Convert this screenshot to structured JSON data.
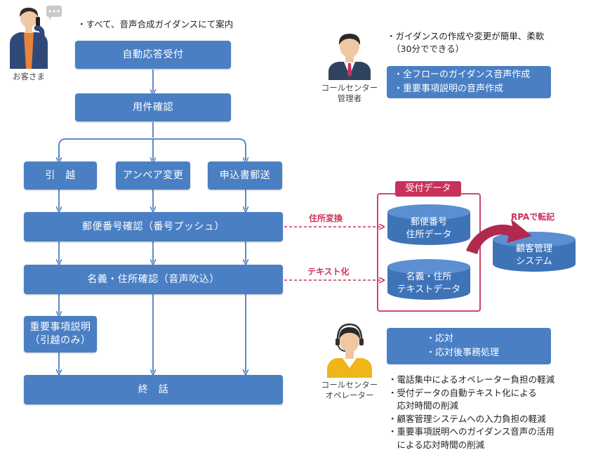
{
  "customer": {
    "label": "お客さま",
    "note": "・すべて、音声合成ガイダンスにて案内"
  },
  "flow": {
    "auto_answer": "自動応答受付",
    "purpose": "用件確認",
    "branch_move": "引　越",
    "branch_ampere": "アンペア変更",
    "branch_mail": "申込書郵送",
    "postal_check": "郵便番号確認（番号プッシュ）",
    "name_check": "名義・住所確認（音声吹込）",
    "important_line1": "重要事項説明",
    "important_line2": "（引越のみ）",
    "end": "終　話"
  },
  "conversions": {
    "address": "住所変換",
    "text": "テキスト化"
  },
  "reception_data": {
    "title": "受付データ",
    "cyl1_line1": "郵便番号",
    "cyl1_line2": "住所データ",
    "cyl2_line1": "名義・住所",
    "cyl2_line2": "テキストデータ"
  },
  "rpa": {
    "label": "RPAで転記",
    "system_line1": "顧客管理",
    "system_line2": "システム"
  },
  "manager": {
    "label_line1": "コールセンター",
    "label_line2": "管理者",
    "note_line1": "・ガイダンスの作成や変更が簡単、柔軟",
    "note_line2": "（30分でできる）",
    "box_line1": "・全フローのガイダンス音声作成",
    "box_line2": "・重要事項説明の音声作成"
  },
  "operator": {
    "label_line1": "コールセンター",
    "label_line2": "オペレーター",
    "box_line1": "・応対",
    "box_line2": "・応対後事務処理",
    "benefits": [
      "・電話集中によるオペレーター負担の軽減",
      "・受付データの自動テキスト化による",
      "　応対時間の削減",
      "・顧客管理システムへの入力負担の軽減",
      "・重要事項説明へのガイダンス音声の活用",
      "　による応対時間の削減"
    ]
  },
  "colors": {
    "box_blue": "#4a7fc4",
    "arrow_blue": "#4a7fc4",
    "accent_red": "#c8325a"
  }
}
